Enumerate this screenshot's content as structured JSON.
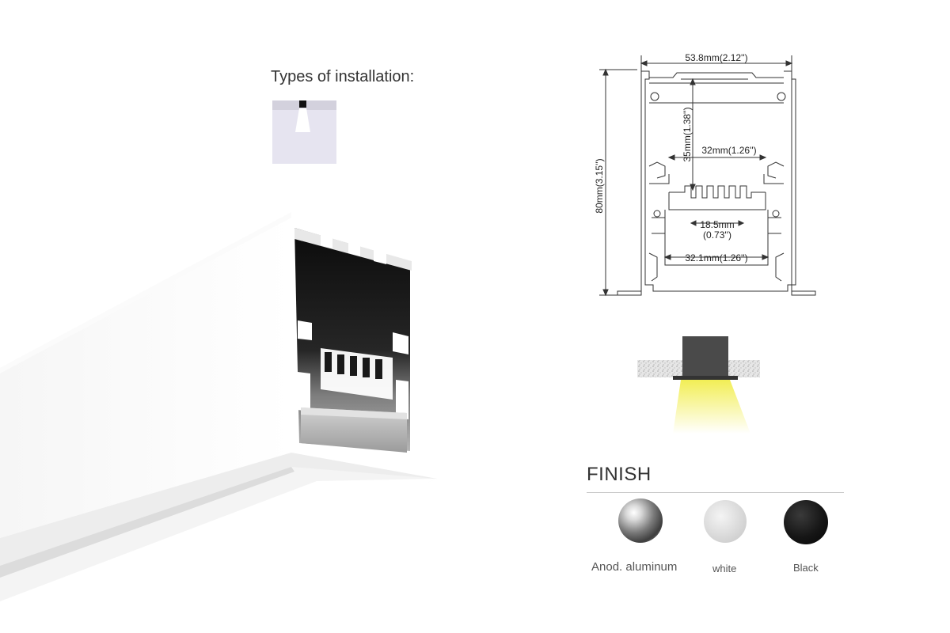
{
  "installation": {
    "title": "Types of installation:"
  },
  "drawing": {
    "width_label": "53.8mm(2.12'')",
    "height_label": "80mm(3.15'')",
    "depth_label": "35mm(1.38'')",
    "inner_width_label": "32mm(1.26'')",
    "channel_width_mm": "18.5mm",
    "channel_width_in": "(0.73'')",
    "diffuser_width_label": "32.1mm(1.26'')"
  },
  "finish": {
    "title": "FINISH",
    "options": [
      {
        "label": "Anod. aluminum",
        "color": "#8a8a8a"
      },
      {
        "label": "white",
        "color": "#d8d8d8"
      },
      {
        "label": "Black",
        "color": "#111111"
      }
    ]
  },
  "colors": {
    "light_beam": "#f2ee55",
    "install_icon_bg": "#e6e4f0"
  }
}
